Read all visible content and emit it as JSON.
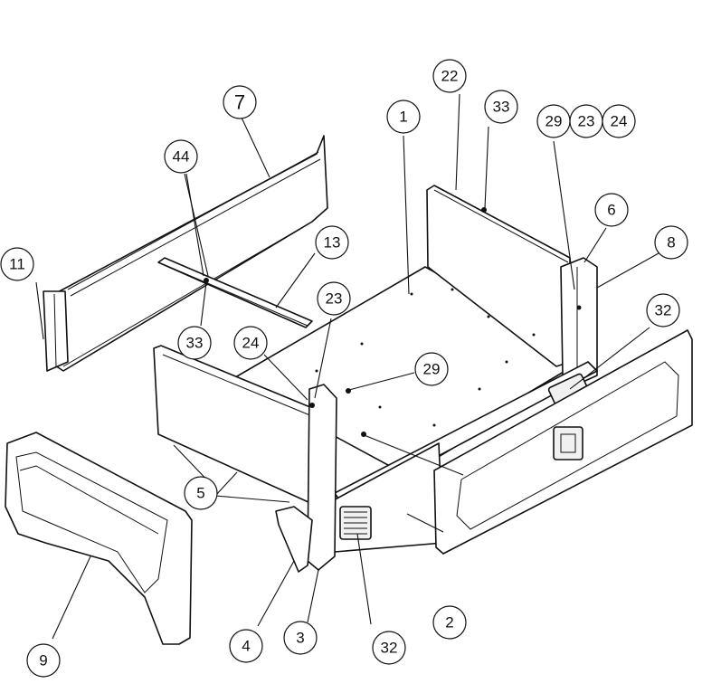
{
  "callouts": [
    {
      "id": "b1",
      "label": "1"
    },
    {
      "id": "b2",
      "label": "2"
    },
    {
      "id": "b3",
      "label": "3"
    },
    {
      "id": "b4",
      "label": "4"
    },
    {
      "id": "b5",
      "label": "5"
    },
    {
      "id": "b6",
      "label": "6"
    },
    {
      "id": "b7",
      "label": "7"
    },
    {
      "id": "b8",
      "label": "8"
    },
    {
      "id": "b9",
      "label": "9"
    },
    {
      "id": "b11",
      "label": "11"
    },
    {
      "id": "b13",
      "label": "13"
    },
    {
      "id": "b22",
      "label": "22"
    },
    {
      "id": "b23a",
      "label": "23"
    },
    {
      "id": "b23b",
      "label": "23"
    },
    {
      "id": "b24a",
      "label": "24"
    },
    {
      "id": "b24b",
      "label": "24"
    },
    {
      "id": "b29a",
      "label": "29"
    },
    {
      "id": "b29b",
      "label": "29"
    },
    {
      "id": "b32a",
      "label": "32"
    },
    {
      "id": "b32b",
      "label": "32"
    },
    {
      "id": "b33a",
      "label": "33"
    },
    {
      "id": "b33b",
      "label": "33"
    },
    {
      "id": "b44",
      "label": "44"
    }
  ]
}
